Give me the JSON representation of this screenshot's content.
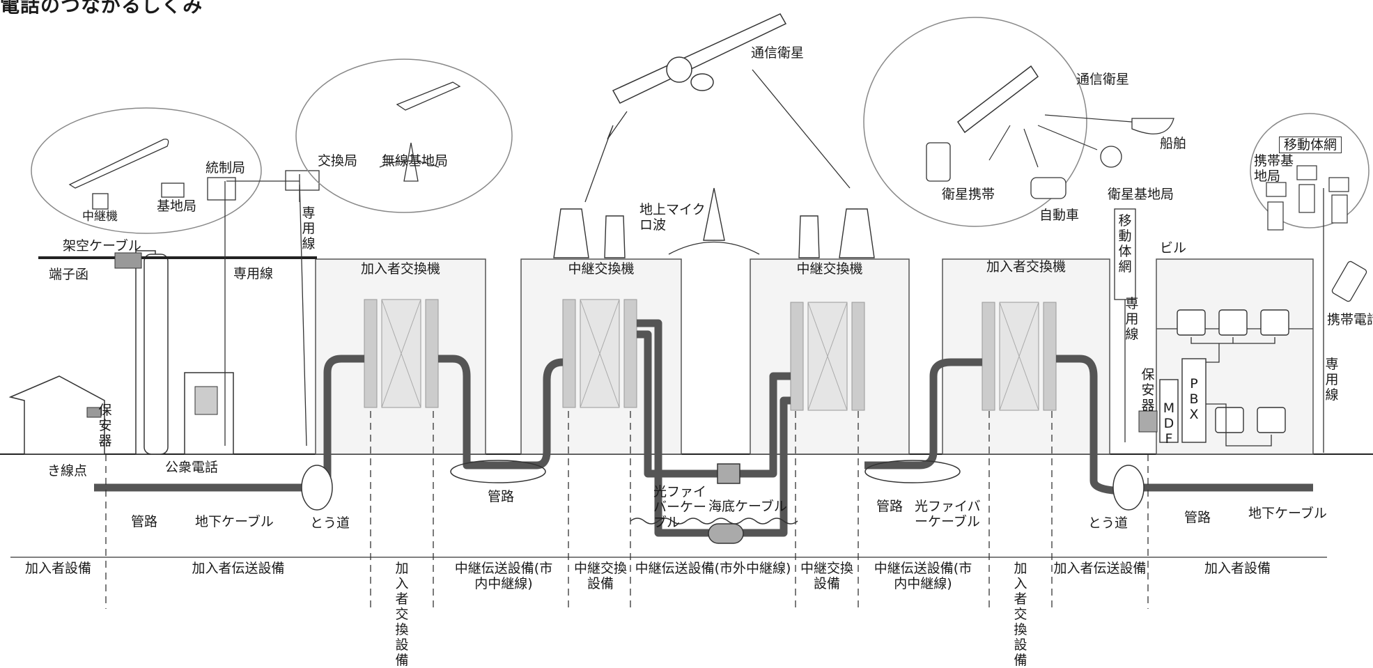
{
  "title": "電話のつながるしくみ",
  "top_left": {
    "overhead_cable": "架空ケーブル",
    "terminal_box": "端子函",
    "protector": "保安器",
    "wire_point": "き線点",
    "public_phone": "公衆電話",
    "relay": "中継機",
    "base_station": "基地局",
    "control_station": "統制局",
    "leased_line": "専用線",
    "leased_line_vertical": "専用線"
  },
  "radio": {
    "exchange": "交換局",
    "radio_base": "無線基地局"
  },
  "center": {
    "satellite": "通信衛星",
    "microwave": "地上マイクロ波",
    "subscriber_exchange_left": "加入者交換機",
    "trunk_exchange_left": "中継交換機",
    "trunk_exchange_right": "中継交換機",
    "subscriber_exchange_right": "加入者交換機",
    "conduit_left": "管路",
    "conduit_mid": "管路",
    "conduit_right": "管路",
    "underground_cable_left": "地下ケーブル",
    "underground_cable_right": "地下ケーブル",
    "tunnel_left": "とう道",
    "tunnel_right": "とう道",
    "fiber_cable_left": "光ファイバーケーブル",
    "submarine_cable": "海底ケーブル",
    "fiber_cable_right": "光ファイバーケーブル",
    "conduit_far_left": "管路"
  },
  "right": {
    "satellite": "通信衛星",
    "ship": "船舶",
    "sat_phone": "衛星携帯",
    "car": "自動車",
    "sat_base": "衛星基地局",
    "mobile_net": "移動体網",
    "mobile_net_box": "移動体網",
    "mobile_base": "携帯基地局",
    "mobile_phone": "携帯電話",
    "building": "ビル",
    "leased_line": "専用線",
    "leased_line_far": "専用線",
    "protector": "保安器",
    "mdf": "MDF",
    "pbx": "PBX"
  },
  "bottom": {
    "segments": [
      "加入者設備",
      "加入者伝送設備",
      "加入者交換設備",
      "中継伝送設備(市内中継線)",
      "中継交換設備",
      "中継伝送設備(市外中継線)",
      "中継交換設備",
      "中継伝送設備(市内中継線)",
      "加入者交換設備",
      "加入者伝送設備",
      "加入者設備"
    ]
  }
}
